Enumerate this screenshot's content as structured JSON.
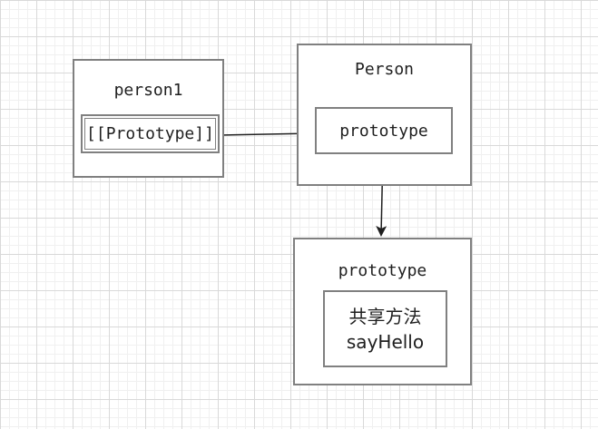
{
  "nodes": {
    "person1": {
      "title": "person1",
      "slot": "[[Prototype]]"
    },
    "person": {
      "title": "Person",
      "slot": "prototype"
    },
    "prototype_object": {
      "title": "prototype",
      "method_heading": "共享方法",
      "method_name": "sayHello"
    }
  },
  "colors": {
    "border": "#808080",
    "arrow": "#1f1f1f",
    "text": "#1f1f1f"
  }
}
